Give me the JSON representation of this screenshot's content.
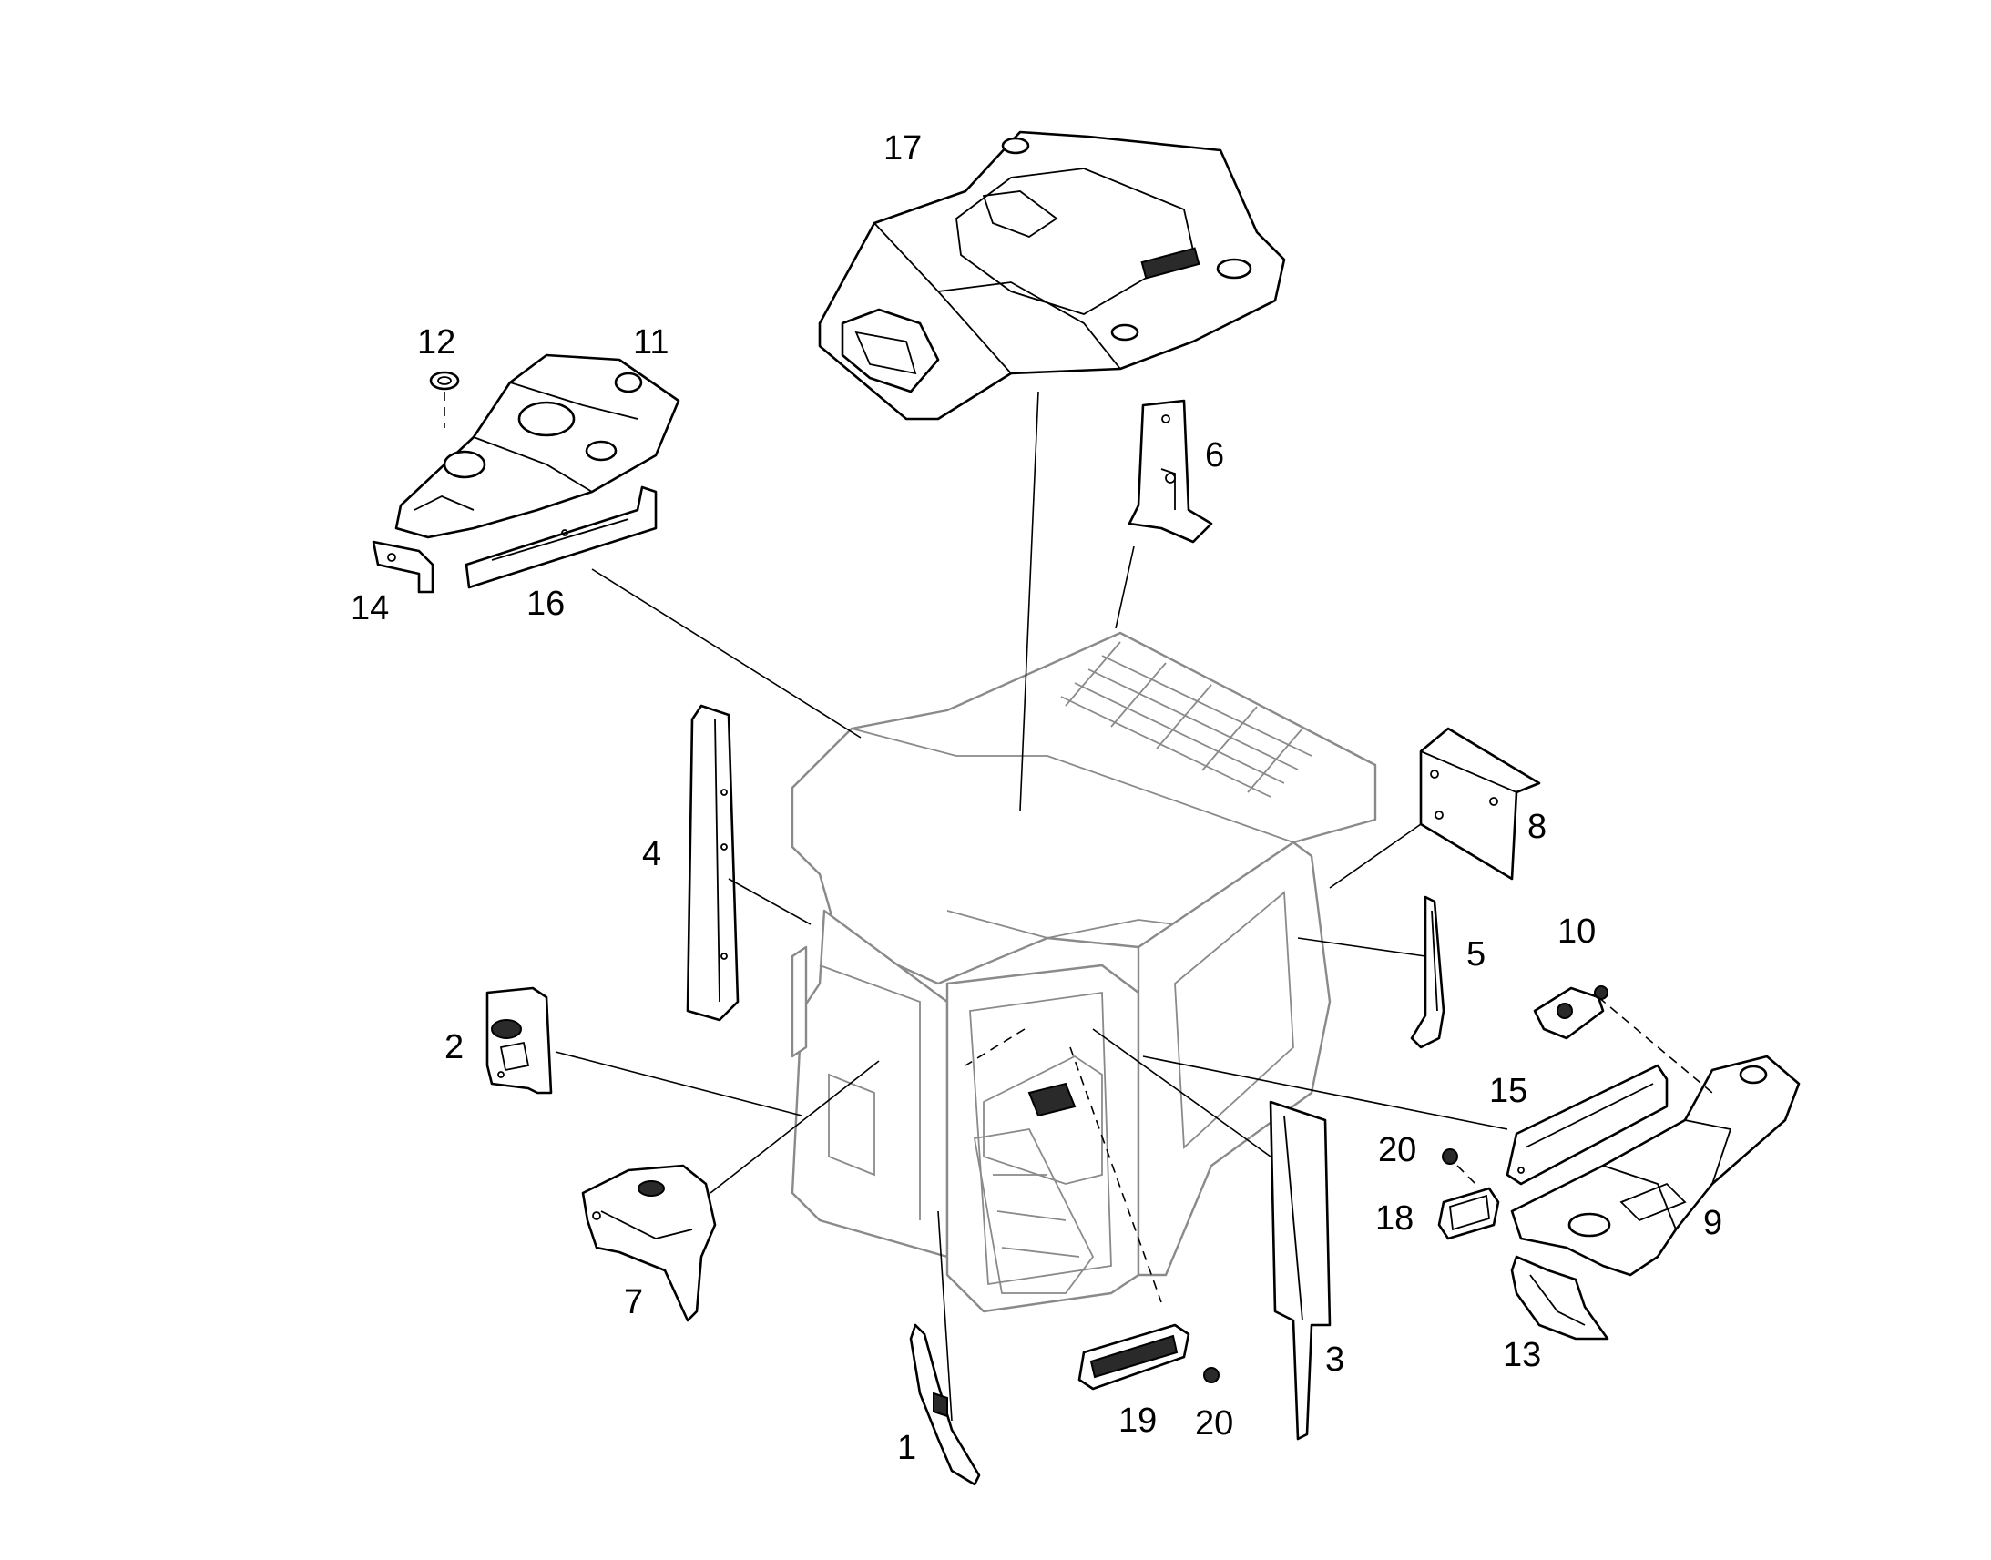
{
  "colors": {
    "background": "#ffffff",
    "part_outline": "#000000",
    "cab_outline": "#8a8a8a"
  },
  "callouts": [
    "1",
    "2",
    "3",
    "4",
    "5",
    "6",
    "7",
    "8",
    "9",
    "10",
    "11",
    "12",
    "13",
    "14",
    "15",
    "16",
    "17",
    "18",
    "19",
    "20a",
    "20b"
  ],
  "labels": {
    "1": "1",
    "2": "2",
    "3": "3",
    "4": "4",
    "5": "5",
    "6": "6",
    "7": "7",
    "8": "8",
    "9": "9",
    "10": "10",
    "11": "11",
    "12": "12",
    "13": "13",
    "14": "14",
    "15": "15",
    "16": "16",
    "17": "17",
    "18": "18",
    "19": "19",
    "20a": "20",
    "20b": "20"
  }
}
